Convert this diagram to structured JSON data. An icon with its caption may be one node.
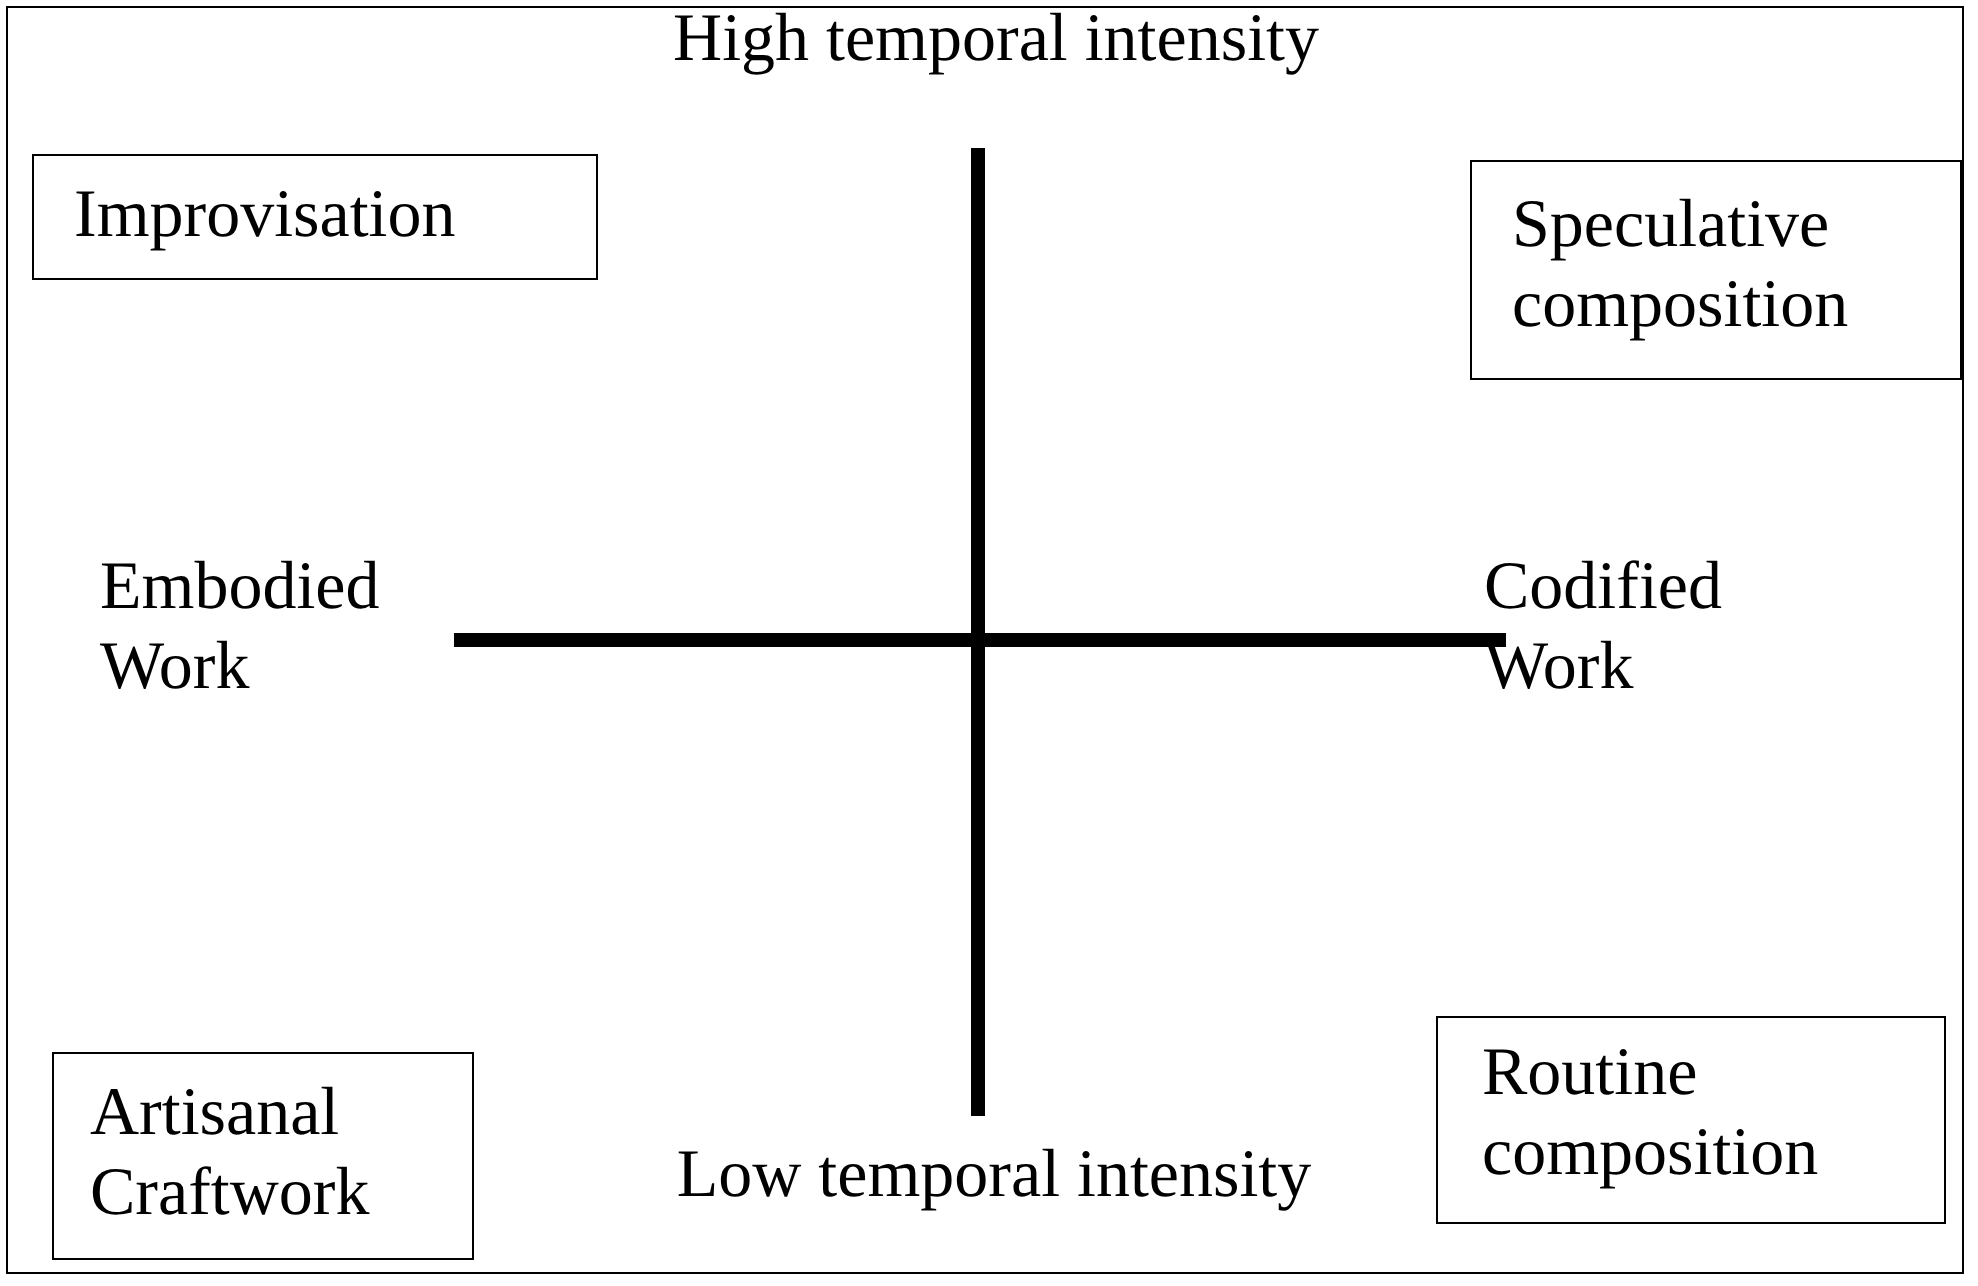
{
  "diagram": {
    "nodes": [
      {
        "text": [
          "Improvisation"
        ]
      },
      {
        "text": [
          "Speculative composition"
        ]
      },
      {
        "text": [
          "Artisanal Craftwork"
        ]
      },
      {
        "text": [
          "Routine composition"
        ]
      }
    ],
    "labels": [
      "High temporal intensity",
      "Embodied Work",
      "Codified Work",
      "Low temporal intensity"
    ]
  }
}
